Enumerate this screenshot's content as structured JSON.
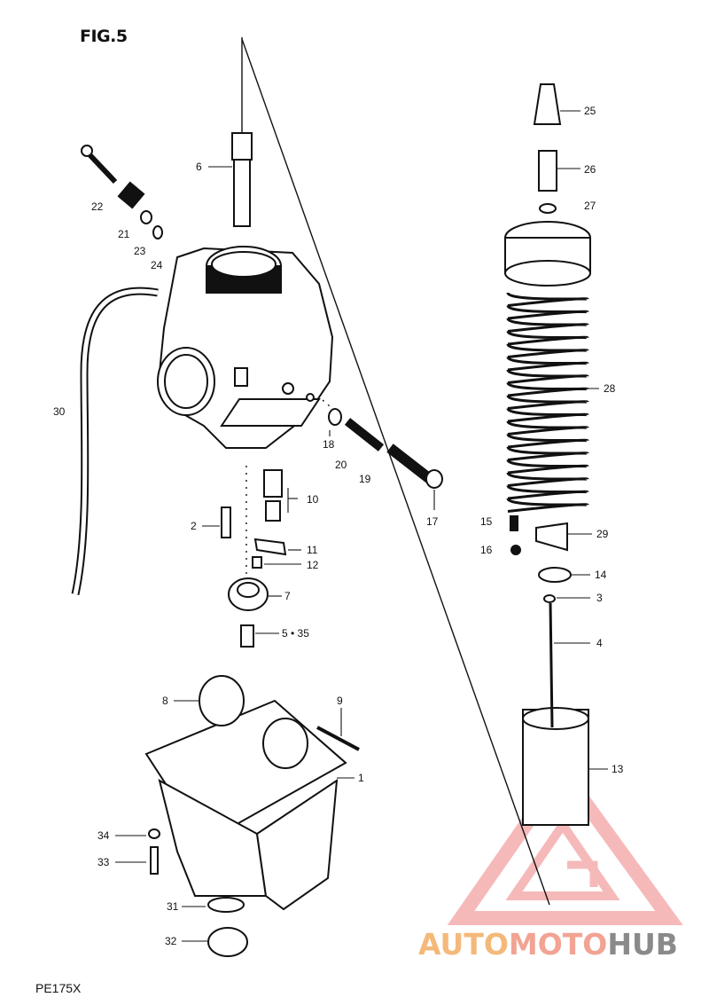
{
  "figure_title": "FIG.5",
  "model_code": "PE175X",
  "watermark": {
    "part1": "AUTO",
    "part2": "MOTO",
    "part3": "HUB"
  },
  "callouts": {
    "c1": "1",
    "c2": "2",
    "c3": "3",
    "c4": "4",
    "c5": "5 • 35",
    "c6": "6",
    "c7": "7",
    "c8": "8",
    "c9": "9",
    "c10": "10",
    "c11": "11",
    "c12": "12",
    "c13": "13",
    "c14": "14",
    "c15": "15",
    "c16": "16",
    "c17": "17",
    "c18": "18",
    "c19": "19",
    "c20": "20",
    "c21": "21",
    "c22": "22",
    "c23": "23",
    "c24": "24",
    "c25": "25",
    "c26": "26",
    "c27": "27",
    "c28": "28",
    "c29": "29",
    "c30": "30",
    "c31": "31",
    "c32": "32",
    "c33": "33",
    "c34": "34"
  },
  "colors": {
    "ink": "#111111",
    "watermark_red": "#f08080",
    "watermark_orange": "#f4b97a"
  }
}
